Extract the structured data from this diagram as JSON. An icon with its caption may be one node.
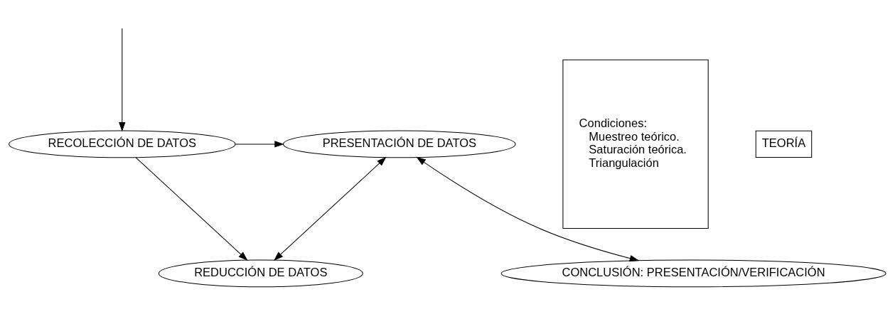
{
  "diagram": {
    "nodes": [
      {
        "text": [
          "RECOLECCIÓN DE DATOS"
        ]
      },
      {
        "text": [
          "PRESENTACIÓN DE DATOS"
        ]
      },
      {
        "text": [
          "TEORÍA"
        ]
      },
      {
        "text": [
          "REDUCCIÓN DE DATOS"
        ]
      },
      {
        "text": [
          "CONCLUSIÓN: PRESENTACIÓN/VERIFICACIÓN"
        ]
      },
      {
        "text": [
          "Condiciones:",
          "Muestreo teórico.",
          "Saturación teórica.",
          "Triangulación"
        ]
      }
    ],
    "edges": [
      {
        "from": 0,
        "to": 1,
        "arrow": "to"
      },
      {
        "from": 0,
        "to": 3,
        "arrow": "to"
      },
      {
        "from": 3,
        "to": 1,
        "arrow": "both"
      },
      {
        "from": 1,
        "to": 4,
        "arrow": "both"
      },
      {
        "from": null,
        "to": 0,
        "arrow": "to"
      }
    ]
  }
}
